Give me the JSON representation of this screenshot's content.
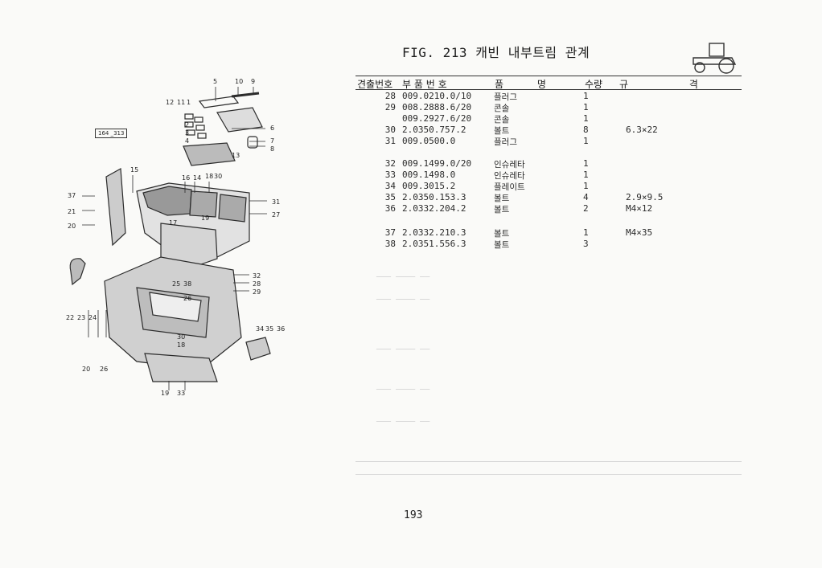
{
  "figure": {
    "title": "FIG. 213 캐빈 내부트림 관계",
    "ref_tag": "164 _313"
  },
  "table": {
    "headers": {
      "key_no": "견출번호",
      "part_no": "부 품 번 호",
      "name": "품 명",
      "qty": "수량",
      "spec": "규 격"
    },
    "rows": [
      {
        "key": "28",
        "part": "009.0210.0/10",
        "name": "플러그",
        "qty": "1",
        "spec": ""
      },
      {
        "key": "29",
        "part": "008.2888.6/20",
        "name": "콘솔",
        "qty": "1",
        "spec": ""
      },
      {
        "key": "",
        "part": "009.2927.6/20",
        "name": "콘솔",
        "qty": "1",
        "spec": ""
      },
      {
        "key": "30",
        "part": "2.0350.757.2",
        "name": "볼트",
        "qty": "8",
        "spec": "6.3×22"
      },
      {
        "key": "31",
        "part": "009.0500.0",
        "name": "플러그",
        "qty": "1",
        "spec": ""
      },
      {
        "key": "32",
        "part": "009.1499.0/20",
        "name": "인슈레타",
        "qty": "1",
        "spec": ""
      },
      {
        "key": "33",
        "part": "009.1498.0",
        "name": "인슈레타",
        "qty": "1",
        "spec": ""
      },
      {
        "key": "34",
        "part": "009.3015.2",
        "name": "플레이트",
        "qty": "1",
        "spec": ""
      },
      {
        "key": "35",
        "part": "2.0350.153.3",
        "name": "볼트",
        "qty": "4",
        "spec": "2.9×9.5"
      },
      {
        "key": "36",
        "part": "2.0332.204.2",
        "name": "볼트",
        "qty": "2",
        "spec": "M4×12"
      },
      {
        "key": "37",
        "part": "2.0332.210.3",
        "name": "볼트",
        "qty": "1",
        "spec": "M4×35"
      },
      {
        "key": "38",
        "part": "2.0351.556.3",
        "name": "볼트",
        "qty": "3",
        "spec": ""
      }
    ]
  },
  "callouts": [
    "5",
    "10",
    "9",
    "12",
    "11",
    "1",
    "2",
    "3",
    "4",
    "6",
    "7",
    "8",
    "13",
    "15",
    "16",
    "14",
    "18",
    "30",
    "37",
    "21",
    "20",
    "31",
    "27",
    "17",
    "19",
    "32",
    "25",
    "38",
    "28",
    "26",
    "29",
    "22",
    "23",
    "24",
    "34",
    "35",
    "36",
    "30",
    "18",
    "20",
    "26",
    "19",
    "33"
  ],
  "page_number": "193"
}
